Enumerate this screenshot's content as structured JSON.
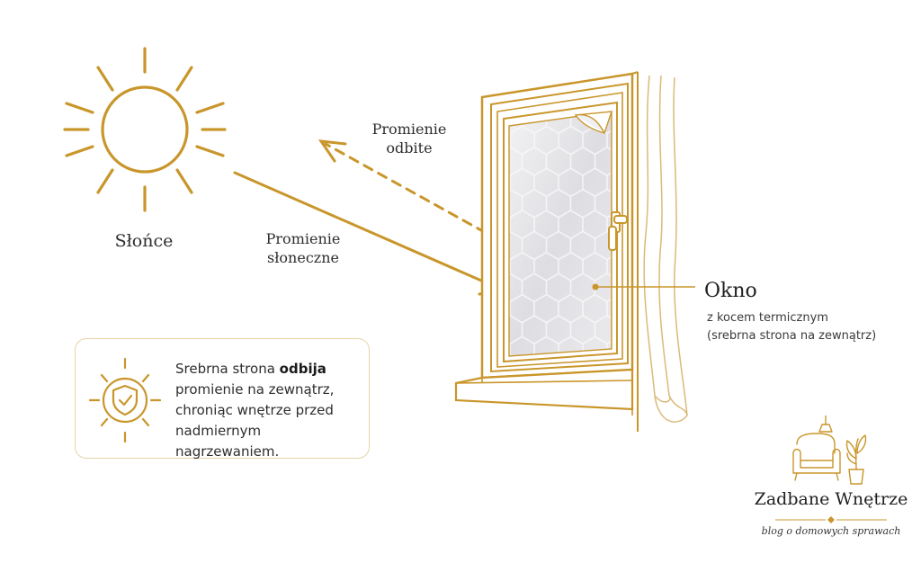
{
  "diagram": {
    "sun_label": "Słońce",
    "ray_label_1": "Promienie",
    "ray_label_2": "słoneczne",
    "reflected_label_1": "Promienie",
    "reflected_label_2": "odbite",
    "window_title": "Okno",
    "window_subtitle_1": "z kocem termicznym",
    "window_subtitle_2": "(srebrna strona na zewnątrz)"
  },
  "info_card": {
    "text_before_bold": "Srebrna strona ",
    "text_bold": "odbija",
    "text_after_bold": " promienie na zewnątrz, chroniąc wnętrze przed nadmiernym nagrzewaniem."
  },
  "brand": {
    "name": "Zadbane Wnętrze",
    "tagline": "blog o domowych sprawach"
  },
  "colors": {
    "gold": "#c9962b",
    "gold_light": "#e6d4a8",
    "glass": "#e9e9ec",
    "text": "#2e2e2e"
  },
  "icons": [
    "sun-icon",
    "shield-check-icon",
    "armchair-icon",
    "lamp-icon",
    "plant-icon",
    "window-handle-icon"
  ]
}
